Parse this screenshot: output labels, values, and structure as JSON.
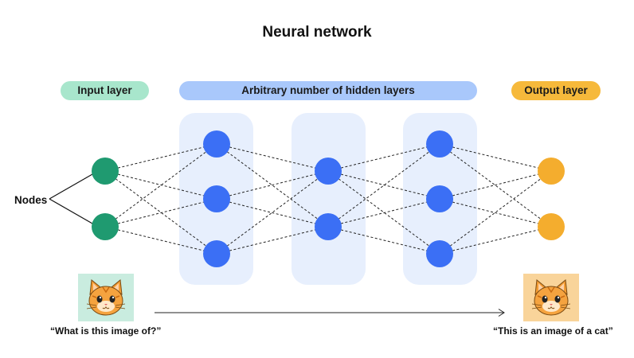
{
  "title": "Neural network",
  "labels": {
    "input_layer": "Input layer",
    "hidden_layers": "Arbitrary number of hidden layers",
    "output_layer": "Output layer",
    "nodes": "Nodes"
  },
  "captions": {
    "input": "“What is this image of?”",
    "output": "“This is an image of a cat”"
  },
  "images": {
    "input": "cat-face-icon",
    "output": "cat-face-icon"
  },
  "layers": [
    {
      "name": "input",
      "nodes": 2
    },
    {
      "name": "hidden-1",
      "nodes": 3
    },
    {
      "name": "hidden-2",
      "nodes": 2
    },
    {
      "name": "hidden-3",
      "nodes": 3
    },
    {
      "name": "output",
      "nodes": 2
    }
  ],
  "colors": {
    "input_pill": "#a8e6cc",
    "hidden_pill": "#a9c8fb",
    "output_pill": "#f6b93b",
    "input_node": "#1f9a70",
    "hidden_node": "#3b6ff5",
    "output_node": "#f4ad2e",
    "hidden_panel": "#e7effd",
    "input_image_bg": "#c9ecdf",
    "output_image_bg": "#f9d49a",
    "edge": "#222222"
  }
}
